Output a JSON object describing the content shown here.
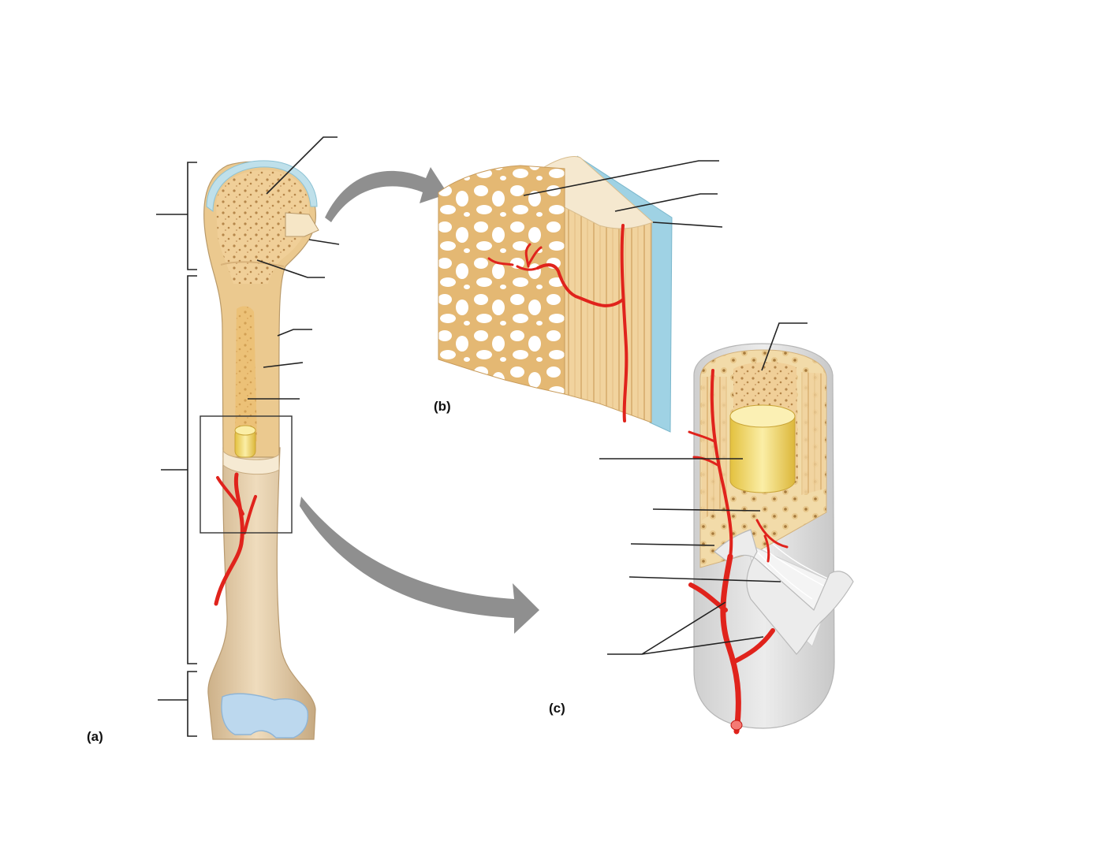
{
  "panels": {
    "a_label": "(a)",
    "b_label": "(b)",
    "c_label": "(c)"
  },
  "colors": {
    "bone_tan": "#e9c48c",
    "spongy_bone": "#f0cf98",
    "cartilage_blue": "#bcd8ee",
    "periosteum_blue": "#9fd2e4",
    "artery_red": "#e0231c",
    "marrow_yellow": "#f2dc6a",
    "diaphysis_shaft": "#e6cfa6",
    "outer_gray": "#d9d9d9",
    "arrow_gray": "#8f8f8f"
  },
  "leader_lines": [
    "spongy-bone-leader",
    "articular-cartilage-leader",
    "epiphyseal-line-leader",
    "periosteum-leader",
    "compact-bone-leader",
    "medullary-cavity-leader",
    "trabeculae-leader",
    "compact-bone-b-leader",
    "periosteum-b-leader",
    "osteon-leader",
    "yellow-marrow-leader",
    "compact-bone-c-leader",
    "periosteum-c-leader",
    "sharpeys-fibers-leader",
    "nutrient-arteries-leader"
  ],
  "brackets": [
    "proximal-epiphysis-bracket",
    "diaphysis-bracket",
    "distal-epiphysis-bracket"
  ]
}
